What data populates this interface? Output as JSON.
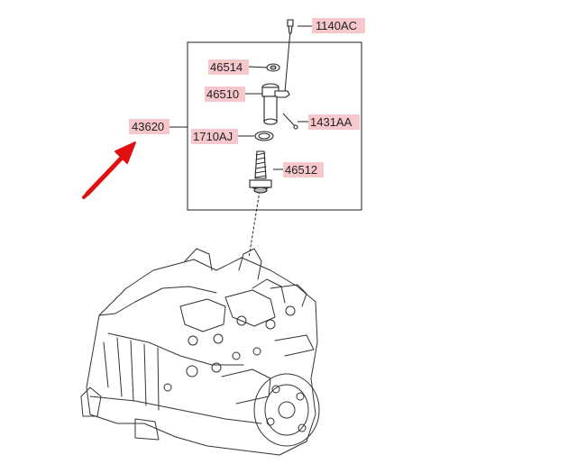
{
  "diagram": {
    "callouts": {
      "c1140AC": "1140AC",
      "c46514": "46514",
      "c46510": "46510",
      "c43620": "43620",
      "c1710AJ": "1710AJ",
      "c1431AA": "1431AA",
      "c46512": "46512"
    },
    "colors": {
      "label_bg": "#f7c8cb",
      "arrow": "#e01010",
      "line": "#222222"
    },
    "icons": {
      "pointer": "red-arrow-icon"
    }
  }
}
